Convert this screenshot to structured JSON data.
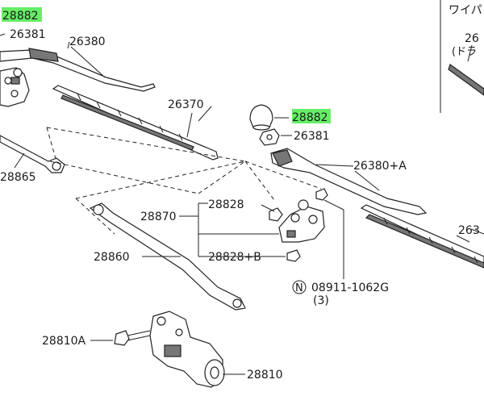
{
  "labels": {
    "p28882_top": "28882",
    "p26381_top": "26381",
    "p26380": "26380",
    "p26370": "26370",
    "p28865": "28865",
    "p28882_mid": "28882",
    "p26381_mid": "26381",
    "p26380A": "26380+A",
    "p28828": "28828",
    "p28870": "28870",
    "p28860": "28860",
    "p28828B": "28828+B",
    "p08911_circle": "N",
    "p08911": "08911-1062G",
    "p08911_qty": "(3)",
    "p28810A": "28810A",
    "p28810": "28810",
    "p263_right": "263",
    "inset_title": "ワイパ",
    "inset_part": "26",
    "inset_note": "(ドラ"
  },
  "colors": {
    "highlight": "#66ee66",
    "line": "#222222",
    "background": "#ffffff"
  }
}
